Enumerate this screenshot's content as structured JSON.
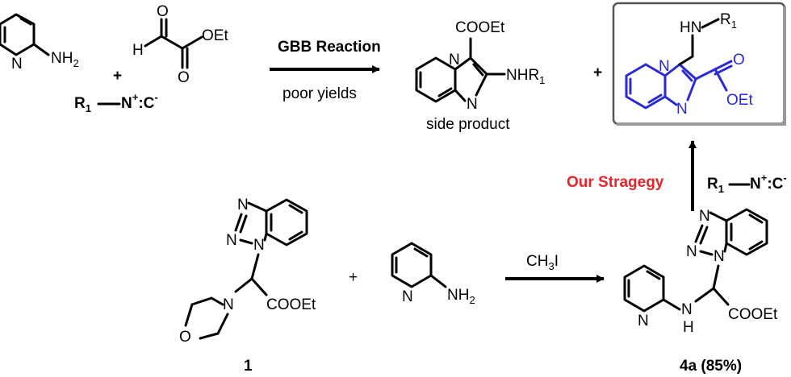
{
  "colors": {
    "product": "#2a2ad6",
    "strategy": "#e8232a",
    "box_border": "#555555"
  },
  "reagents": {
    "aminopyridine_nh2": "NH",
    "aminopyridine_sub": "2",
    "plus": "+",
    "glyoxylate_O": "O",
    "glyoxylate_H": "H",
    "glyoxylate_OEt": "OEt",
    "isocyanide_R": "R",
    "isocyanide_R_sub": "1",
    "isocyanide_N": "N",
    "isocyanide_plus": "+",
    "isocyanide_C": ":C",
    "isocyanide_minus": "-"
  },
  "arrow_top": {
    "above": "GBB Reaction",
    "below": "poor yields"
  },
  "side_product": {
    "ester": "COOEt",
    "amine": "NHR",
    "amine_sub": "1",
    "N": "N",
    "caption": "side product"
  },
  "plus_mid": "+",
  "target": {
    "amine": "HN",
    "R": "R",
    "R_sub": "1",
    "O": "O",
    "OEt": "OEt",
    "N": "N"
  },
  "strategy_label": "Our Stragegy",
  "compound_1": {
    "N": "N",
    "O": "O",
    "ester": "COOEt",
    "label": "1"
  },
  "plus_bottom": "+",
  "arrow_bottom": {
    "reagent": "CH",
    "reagent_sub": "3",
    "reagent_end": "I"
  },
  "compound_4a": {
    "N": "N",
    "NH": "H",
    "ester": "COOEt",
    "label": "4a (85%)"
  }
}
